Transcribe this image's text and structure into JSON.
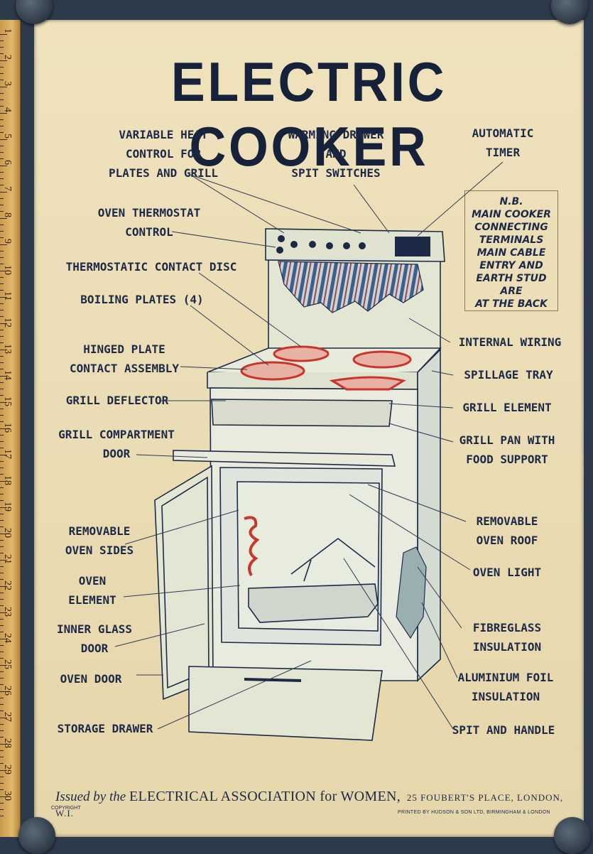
{
  "poster": {
    "title": "ELECTRIC COOKER",
    "labels": {
      "variable_heat": "VARIABLE HEAT\nCONTROL FOR\nPLATES AND GRILL",
      "warming_drawer": "WARMING DRAWER\nAND\nSPIT SWITCHES",
      "automatic_timer": "AUTOMATIC\nTIMER",
      "oven_thermostat": "OVEN THERMOSTAT\nCONTROL",
      "thermostatic_disc": "THERMOSTATIC CONTACT DISC",
      "boiling_plates": "BOILING PLATES (4)",
      "hinged_plate": "HINGED PLATE\nCONTACT ASSEMBLY",
      "grill_deflector": "GRILL DEFLECTOR",
      "grill_compartment": "GRILL COMPARTMENT\nDOOR",
      "removable_sides": "REMOVABLE\nOVEN SIDES",
      "oven_element": "OVEN\nELEMENT",
      "inner_glass": "INNER GLASS\nDOOR",
      "oven_door": "OVEN DOOR",
      "storage_drawer": "STORAGE DRAWER",
      "internal_wiring": "INTERNAL WIRING",
      "spillage_tray": "SPILLAGE TRAY",
      "grill_element": "GRILL ELEMENT",
      "grill_pan": "GRILL PAN WITH\nFOOD SUPPORT",
      "removable_roof": "REMOVABLE\nOVEN ROOF",
      "oven_light": "OVEN LIGHT",
      "fibreglass": "FIBREGLASS\nINSULATION",
      "aluminium_foil": "ALUMINIUM FOIL\nINSULATION",
      "spit_handle": "SPIT AND HANDLE"
    },
    "nb_note": [
      "N.B.",
      "MAIN COOKER",
      "CONNECTING",
      "TERMINALS",
      "MAIN CABLE",
      "ENTRY AND",
      "EARTH STUD",
      "ARE",
      "AT THE BACK"
    ],
    "footer": {
      "issued": "Issued by the",
      "org": "ELECTRICAL ASSOCIATION for WOMEN,",
      "address": "25 FOUBERT'S PLACE, LONDON, W.I.",
      "copyright": "COPYRIGHT",
      "printed": "PRINTED BY HUDSON & SON LTD, BIRMINGHAM & LONDON"
    }
  },
  "ruler": {
    "numbers": [
      "1",
      "2",
      "3",
      "4",
      "5",
      "6",
      "7",
      "8",
      "9",
      "10",
      "11",
      "12",
      "13",
      "14",
      "15",
      "16",
      "17",
      "18",
      "19",
      "20",
      "21",
      "22",
      "23",
      "24",
      "25",
      "26",
      "27",
      "28",
      "29",
      "30"
    ]
  },
  "colors": {
    "paper": "#eadcb4",
    "ink": "#1c2a48",
    "element_red": "#c8352a",
    "cooker_body": "#e4e6d4",
    "shadow_blue": "#7fa8b8"
  }
}
